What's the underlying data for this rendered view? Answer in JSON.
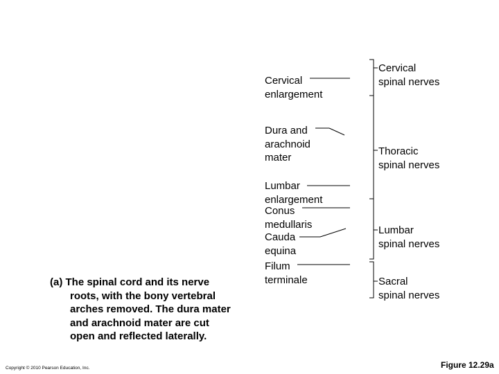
{
  "left_labels": {
    "cervical_enlargement": [
      "Cervical",
      "enlargement"
    ],
    "dura_arachnoid": [
      "Dura and",
      "arachnoid",
      "mater"
    ],
    "lumbar_enlargement": [
      "Lumbar",
      "enlargement"
    ],
    "conus_medullaris": [
      "Conus",
      "medullaris"
    ],
    "cauda_equina": [
      "Cauda",
      "equina"
    ],
    "filum_terminale": [
      "Filum",
      "terminale"
    ]
  },
  "right_labels": {
    "cervical": [
      "Cervical",
      "spinal nerves"
    ],
    "thoracic": [
      "Thoracic",
      "spinal nerves"
    ],
    "lumbar": [
      "Lumbar",
      "spinal nerves"
    ],
    "sacral": [
      "Sacral",
      "spinal nerves"
    ]
  },
  "caption": {
    "line1": "(a) The spinal cord and its nerve",
    "line2": "roots, with the bony vertebral",
    "line3": "arches removed. The dura mater",
    "line4": "and  arachnoid mater are cut",
    "line5": "open and reflected laterally."
  },
  "copyright": "Copyright © 2010 Pearson Education, Inc.",
  "figure_label": "Figure 12.29a",
  "colors": {
    "text": "#000000",
    "lines": "#000000",
    "background": "#ffffff"
  }
}
